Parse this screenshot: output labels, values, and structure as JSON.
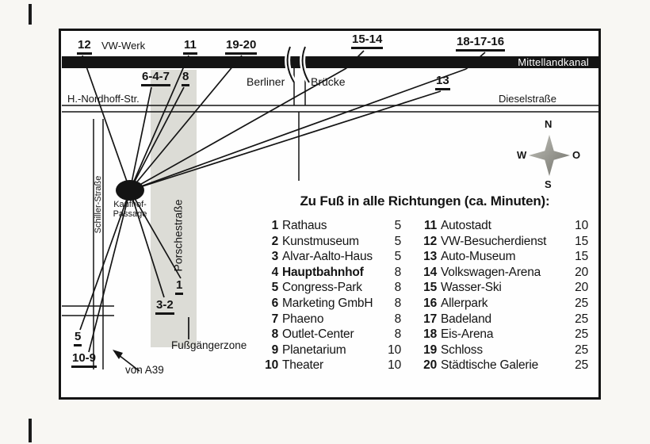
{
  "canal": {
    "label": "Mittellandkanal"
  },
  "labels": {
    "vw_werk": "VW-Werk",
    "berliner": "Berliner",
    "bruecke": "Brücke",
    "nordhoff": "H.-Nordhoff-Str.",
    "diesel": "Dieselstraße",
    "schiller": "Schiller-Straße",
    "porsche": "Porschestraße",
    "kaufhof_line1": "Kaufhof-",
    "kaufhof_line2": "Passage",
    "fussgaengerzone": "Fußgängerzone",
    "von_a39": "von A39"
  },
  "markers": {
    "m12": "12",
    "m11": "11",
    "m19_20": "19-20",
    "m15_14": "15-14",
    "m18_17_16": "18-17-16",
    "m6_4_7": "6-4-7",
    "m8": "8",
    "m13": "13",
    "m1": "1",
    "m3_2": "3-2",
    "m5": "5",
    "m10_9": "10-9"
  },
  "compass": {
    "north": "N",
    "south": "S",
    "west": "W",
    "east": "O"
  },
  "legend": {
    "title": "Zu Fuß in alle Richtungen (ca. Minuten):",
    "left": [
      {
        "num": "1",
        "name": "Rathaus",
        "min": "5"
      },
      {
        "num": "2",
        "name": "Kunstmuseum",
        "min": "5"
      },
      {
        "num": "3",
        "name": "Alvar-Aalto-Haus",
        "min": "5"
      },
      {
        "num": "4",
        "name": "Hauptbahnhof",
        "min": "8"
      },
      {
        "num": "5",
        "name": "Congress-Park",
        "min": "8"
      },
      {
        "num": "6",
        "name": "Marketing GmbH",
        "min": "8"
      },
      {
        "num": "7",
        "name": "Phaeno",
        "min": "8"
      },
      {
        "num": "8",
        "name": "Outlet-Center",
        "min": "8"
      },
      {
        "num": "9",
        "name": "Planetarium",
        "min": "10"
      },
      {
        "num": "10",
        "name": "Theater",
        "min": "10"
      }
    ],
    "right": [
      {
        "num": "11",
        "name": "Autostadt",
        "min": "10"
      },
      {
        "num": "12",
        "name": "VW-Besucherdienst",
        "min": "15"
      },
      {
        "num": "13",
        "name": "Auto-Museum",
        "min": "15"
      },
      {
        "num": "14",
        "name": "Volkswagen-Arena",
        "min": "20"
      },
      {
        "num": "15",
        "name": "Wasser-Ski",
        "min": "20"
      },
      {
        "num": "16",
        "name": "Allerpark",
        "min": "25"
      },
      {
        "num": "17",
        "name": "Badeland",
        "min": "25"
      },
      {
        "num": "18",
        "name": "Eis-Arena",
        "min": "25"
      },
      {
        "num": "19",
        "name": "Schloss",
        "min": "25"
      },
      {
        "num": "20",
        "name": "Städtische Galerie",
        "min": "25"
      }
    ]
  }
}
